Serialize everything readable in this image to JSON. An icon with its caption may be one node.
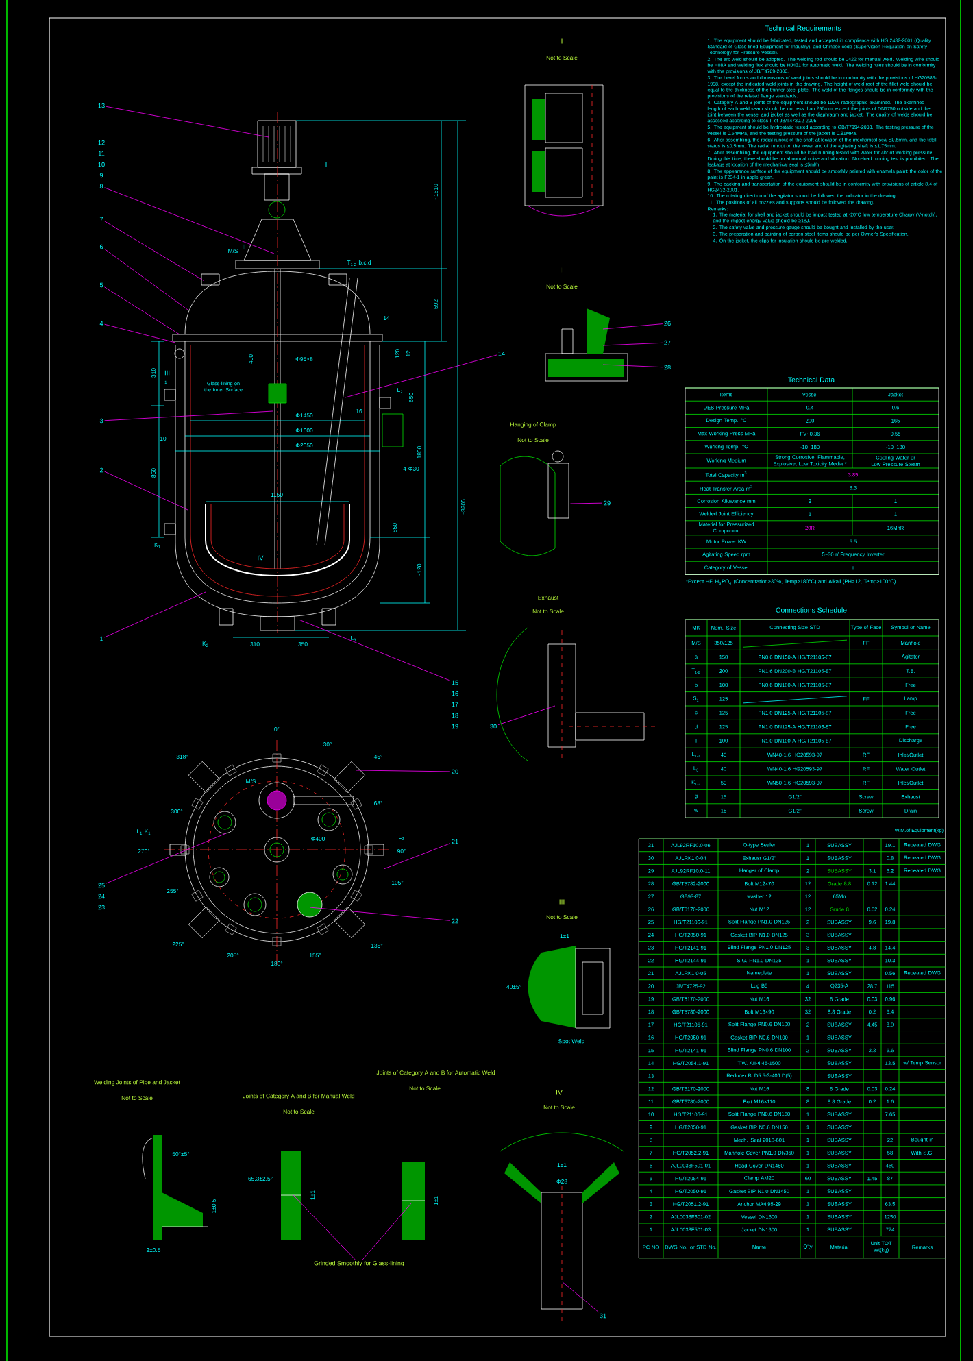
{
  "diagram": {
    "nodes": [
      {
        "text": [
          "13"
        ]
      },
      {
        "text": [
          "12"
        ]
      },
      {
        "text": [
          "11"
        ]
      },
      {
        "text": [
          "10"
        ]
      },
      {
        "text": [
          "9"
        ]
      },
      {
        "text": [
          "8"
        ]
      },
      {
        "text": [
          "7"
        ]
      },
      {
        "text": [
          "6"
        ]
      },
      {
        "text": [
          "5"
        ]
      },
      {
        "text": [
          "4"
        ]
      },
      {
        "text": [
          "3"
        ]
      },
      {
        "text": [
          "2"
        ]
      },
      {
        "text": [
          "1"
        ]
      },
      {
        "text": [
          "14"
        ]
      },
      {
        "text": [
          "15"
        ]
      },
      {
        "text": [
          "16"
        ]
      },
      {
        "text": [
          "17"
        ]
      },
      {
        "text": [
          "18"
        ]
      },
      {
        "text": [
          "19"
        ]
      },
      {
        "text": [
          "20"
        ]
      },
      {
        "text": [
          "21"
        ]
      },
      {
        "text": [
          "22"
        ]
      },
      {
        "text": [
          "25"
        ]
      },
      {
        "text": [
          "24"
        ]
      },
      {
        "text": [
          "23"
        ]
      },
      {
        "text": [
          "26"
        ]
      },
      {
        "text": [
          "27"
        ]
      },
      {
        "text": [
          "28"
        ]
      },
      {
        "text": [
          "29"
        ]
      },
      {
        "text": [
          "30"
        ]
      },
      {
        "text": [
          "31"
        ]
      },
      {
        "text": [
          "Grinded Smoothly for Glass-lining"
        ]
      },
      {
        "text": [],
        "shape": "picture"
      }
    ],
    "edges": [
      {
        "from": 0,
        "to": null,
        "arrow": "none"
      },
      {
        "from": 5,
        "to": null,
        "arrow": "none"
      },
      {
        "from": 6,
        "to": null,
        "arrow": "none"
      },
      {
        "from": 7,
        "to": null,
        "arrow": "none"
      },
      {
        "from": 8,
        "to": null,
        "arrow": "none"
      },
      {
        "from": 9,
        "to": null,
        "arrow": "none"
      },
      {
        "from": 10,
        "to": null,
        "arrow": "none"
      },
      {
        "from": 11,
        "to": null,
        "arrow": "none"
      },
      {
        "from": 12,
        "to": null,
        "arrow": "none"
      },
      {
        "from": 13,
        "to": null,
        "arrow": "none"
      },
      {
        "from": 14,
        "to": null,
        "arrow": "none"
      },
      {
        "from": 19,
        "to": null,
        "arrow": "none"
      },
      {
        "from": 20,
        "to": null,
        "arrow": "none"
      },
      {
        "from": 21,
        "to": null,
        "arrow": "none"
      },
      {
        "from": 22,
        "to": null,
        "arrow": "none"
      },
      {
        "from": 25,
        "to": null,
        "arrow": "none"
      },
      {
        "from": 26,
        "to": null,
        "arrow": "none"
      },
      {
        "from": 27,
        "to": null,
        "arrow": "none"
      },
      {
        "from": 28,
        "to": 32,
        "arrow": "none"
      },
      {
        "from": 29,
        "to": null,
        "arrow": "none"
      },
      {
        "from": 30,
        "to": null,
        "arrow": "none"
      },
      {
        "from": 31,
        "to": null,
        "arrow": "none"
      },
      {
        "from": 31,
        "to": null,
        "arrow": "none"
      }
    ],
    "labels": [
      "I",
      "Not to Scale",
      "II",
      "Not to Scale",
      "Hanging of Clamp",
      "Not to Scale",
      "Exhaust",
      "Not to Scale",
      "III",
      "Not to Scale",
      "IV",
      "Not to Scale",
      "Welding Joints of Pipe and Jacket",
      "Not to Scale",
      "Joints of Category A and B for Manual Weld",
      "Not to Scale",
      "Joints of Category A and B for Automatic Weld",
      "Not to Scale",
      "I",
      "II",
      "III",
      "IV",
      "M/S",
      "T$_{1-2}$ b.c.d",
      "~1610",
      "592",
      "~3705",
      "400",
      "120",
      "12",
      "650",
      "1800",
      "850",
      "850",
      "~120",
      "310",
      "Φ95×8",
      "Glass-lining on the Inner Surface",
      "Φ1450",
      "Φ1600",
      "Φ2050",
      "1150",
      "10",
      "16",
      "4-Φ30",
      "L$_{1}$",
      "L$_{2}$",
      "K$_{1}$",
      "L$_{3}$",
      "K$_{2}$",
      "310",
      "350",
      "14",
      "0°",
      "30°",
      "318°",
      "45°",
      "300°",
      "68°",
      "L$_{1}$ K$_{1}$",
      "270°",
      "L$_{2}$",
      "90°",
      "105°",
      "255°",
      "225°",
      "135°",
      "205°",
      "155°",
      "180°",
      "Φ400",
      "M/S",
      "40±5°",
      "1±1",
      "Spot Weld",
      "50°±5°",
      "2±0.5",
      "1±0.5",
      "65.3±2.5°",
      "1±1",
      "1±1",
      "1±1",
      "Φ28",
      "Technical Requirements",
      "1. The equipment should be fabricated, tested and accepted in compliance with HG 2432-2001 (Quality Standard of Glass-lined Equipment for Industry), and Chinese code (Supervision Regulation on Safety Technology for Pressure Vessel).",
      "2. The arc weld should be adopted. The welding rod should be J422 for manual weld. Welding wire should be H08A and welding flux should be HJ431 for automatic weld. The welding rules should be in conformity with the provisions of JB/T4709-2000.",
      "3. The bevel forms and dimensions of weld joints should be in conformity with the provisions of HG20583-1998, except the indicated weld joints in the drawing. The height of weld root of the fillet weld should be equal to the thickness of the thinner steel plate. The weld of the flanges should be in conformity with the provisions of the related flange standards.",
      "4. Category A and B joints of the equipment should be 100% radiographic examined. The examined length of each weld seam should be not less than 250mm, except the joints of DN1750 outside and the joint between the vessel and jacket as well as the diaphragm and jacket. The quality of welds should be assessed according to class II of JB/T4730.2-2005.",
      "5. The equipment should be hydrostatic tested according to GB/T7994-2008. The testing pressure of the vessel is 0.54MPa, and the testing pressure of the jacket is 0.81MPa.",
      "6. After assembling, the radial runout of the shaft at location of the mechanical seal ≤0.5mm, and the total status is ≤0.5mm. The radial runout on the lower end of the agitating shaft is ≤1.75mm.",
      "7. After assembling, the equipment should be load running tested with water for 4hr of working pressure. During this time, there should be no abnormal noise and vibration. Non-load running test is prohibited. The leakage at location of the mechanical seal is ≤5ml/h.",
      "8. The appearance surface of the equipment should be smoothly painted with enamels paint; the color of the paint is F234-1 in apple green.",
      "9. The packing and transportation of the equipment should be in conformity with provisions of article 8.4 of HG2432-2001.",
      "10. The rotating direction of the agitator should be followed the indicator in the drawing.",
      "11. The positions of all nozzles and supports should be followed the drawing.",
      "Remarks:",
      "1. The material for shell and jacket should be impact tested at -20°C low temperature Charpy (V-notch), and the impact energy value should be ≥18J.",
      "2. The safety valve and pressure gauge should be bought and installed by the user.",
      "3. The preparation and painting of carbon steel items should be per Owner's Specification.",
      "4. On the jacket, the clips for insulation should be pre-welded.",
      "Technical Data",
      "Items",
      "Vessel",
      "Jacket",
      "DES Pressure MPa",
      "0.4",
      "0.6",
      "Design Temp. °C",
      "200",
      "165",
      "Max Working Press MPa",
      "FV~0.36",
      "0.55",
      "Working Temp. °C",
      "-10~180",
      "-10~180",
      "Working Medium",
      "Strong Corrosive, Flammable, Explosive, Low Toxicity Media *",
      "Cooling Water or Low Pressure Steam",
      "Total Capacity m$^{3}$",
      "3.85",
      "Heat Transfer Area m$^{2}$",
      "8.3",
      "Corrosion Allowance mm",
      "2",
      "1",
      "Welded Joint Efficiency",
      "1",
      "1",
      "Material for Pressurized Component",
      "20R",
      "16MnR",
      "Motor Power KW",
      "5.5",
      "Agitating Speed rpm",
      "5~30 r/ Frequency Inverter",
      "Category of Vessel",
      "II",
      "*Except HF, H$_{3}$PO$_{4}$ (Concentration>30%, Temp>180°C) and Alkali (PH>12, Temp>100°C).",
      "Connections Schedule",
      "MK",
      "Nom. Size",
      "Connecting Size STD",
      "Type of Face",
      "Symbol or Name",
      "M/S",
      "350/125",
      "FF",
      "Manhole",
      "a",
      "150",
      "PN0.6 DN150-A HG/T21105-87",
      "Agitator",
      "T$_{1-2}$",
      "200",
      "PN1.6 DN200-B HG/T21105-87",
      "T.B.",
      "b",
      "100",
      "PN0.6 DN100-A HG/T21105-87",
      "Free",
      "S$_{1}$",
      "125",
      "FF",
      "Lamp",
      "c",
      "125",
      "PN1.0 DN125-A HG/T21105-87",
      "Free",
      "d",
      "125",
      "PN1.0 DN125-A HG/T21105-87",
      "Free",
      "l",
      "100",
      "PN1.0 DN100-A HG/T21105-87",
      "Discharge",
      "L$_{1-2}$",
      "40",
      "WN40-1.6 HG20593-97",
      "RF",
      "Inlet/Outlet",
      "L$_{3}$",
      "40",
      "WN40-1.6 HG20593-97",
      "RF",
      "Water Outlet",
      "K$_{1-2}$",
      "50",
      "WN50-1.6 HG20593-97",
      "RF",
      "Inlet/Outlet",
      "g",
      "15",
      "G1/2\"",
      "Screw",
      "Exhaust",
      "w",
      "15",
      "G1/2\"",
      "Screw",
      "Drain",
      "W.M.of Equipment(kg)",
      "31",
      "AJL92RF10.0-06",
      "O-type Sealer",
      "1",
      "SUBASSY",
      "19.1",
      "Repeated DWG",
      "30",
      "AJLRK1.0-04",
      "Exhaust G1/2\"",
      "1",
      "SUBASSY",
      "0.8",
      "Repeated DWG",
      "29",
      "AJL92RF10.0-11",
      "Hanger of Clamp",
      "2",
      "SUBASSY",
      "3.1",
      "6.2",
      "Repeated DWG",
      "28",
      "GB/T5782-2000",
      "Bolt M12×70",
      "12",
      "Grade 8.8",
      "0.12",
      "1.44",
      "27",
      "GB93-87",
      "washer 12",
      "12",
      "65Mn",
      "26",
      "GB/T6170-2000",
      "Nut M12",
      "12",
      "Grade 8",
      "0.02",
      "0.24",
      "25",
      "HG/T21105-91",
      "Split Flange PN1.0 DN125",
      "2",
      "SUBASSY",
      "9.6",
      "19.8",
      "24",
      "HG/T2050-91",
      "Gasket BIP N1.0 DN125",
      "3",
      "SUBASSY",
      "23",
      "HG/T2141-91",
      "Blind Flange PN1.0 DN125",
      "3",
      "SUBASSY",
      "4.8",
      "14.4",
      "22",
      "HG/T2144-91",
      "S.G. PN1.0 DN125",
      "1",
      "SUBASSY",
      "10.3",
      "21",
      "AJLRK1.0-05",
      "Nameplate",
      "1",
      "SUBASSY",
      "0.56",
      "Repeated DWG",
      "20",
      "JB/T4725-92",
      "Lug B5",
      "4",
      "Q235-A",
      "28.7",
      "115",
      "19",
      "GB/T6170-2000",
      "Nut M16",
      "32",
      "8 Grade",
      "0.03",
      "0.96",
      "18",
      "GB/T5780-2000",
      "Bolt M16×90",
      "32",
      "8.8 Grade",
      "0.2",
      "6.4",
      "17",
      "HG/T21105-91",
      "Split Flange PN0.6 DN100",
      "2",
      "SUBASSY",
      "4.45",
      "8.9",
      "16",
      "HG/T2050-91",
      "Gasket BIP N0.6 DN100",
      "1",
      "SUBASSY",
      "15",
      "HG/T2141-91",
      "Blind Flange PN0.6 DN100",
      "2",
      "SUBASSY",
      "3.3",
      "6.6",
      "14",
      "HG/T2054.1-91",
      "T.W. AII-Φ45-1500",
      "SUBASSY",
      "13.5",
      "w/ Temp Sensor",
      "13",
      "Reducer BLD5.5-3-40/LD(5)",
      "SUBASSY",
      "12",
      "GB/T6170-2000",
      "Nut M16",
      "8",
      "8 Grade",
      "0.03",
      "0.24",
      "11",
      "GB/T5780-2000",
      "Bolt M16×110",
      "8",
      "8.8 Grade",
      "0.2",
      "1.6",
      "10",
      "HG/T21105-91",
      "Split Flange PN0.6 DN150",
      "1",
      "SUBASSY",
      "7.65",
      "9",
      "HG/T2050-91",
      "Gasket BIP N0.6 DN150",
      "1",
      "SUBASSY",
      "8",
      "Mech. Seal 2010-601",
      "1",
      "SUBASSY",
      "22",
      "Bought in",
      "7",
      "HG/T2052.2-91",
      "Manhole Cover PN1.0 DN350",
      "1",
      "SUBASSY",
      "58",
      "With S.G.",
      "6",
      "AJL0038F501-01",
      "Head Cover DN1450",
      "1",
      "SUBASSY",
      "460",
      "5",
      "HG/T2054-91",
      "Clamp AM20",
      "60",
      "SUBASSY",
      "1.45",
      "87",
      "4",
      "HG/T2050-91",
      "Gasket BIP N1.0 DN1450",
      "1",
      "SUBASSY",
      "3",
      "HG/T2051.2-91",
      "Anchor MAΦ95-29",
      "1",
      "SUBASSY",
      "63.5",
      "2",
      "AJL0038F501-02",
      "Vessel DN1600",
      "1",
      "SUBASSY",
      "1250",
      "1",
      "AJL0038F501-03",
      "Jacket DN1600",
      "1",
      "SUBASSY",
      "774",
      "PC NO",
      "DWG No. or STD No.",
      "Name",
      "Q'ty",
      "Material",
      "Unit TOT Wt(kg)",
      "Remarks"
    ]
  }
}
